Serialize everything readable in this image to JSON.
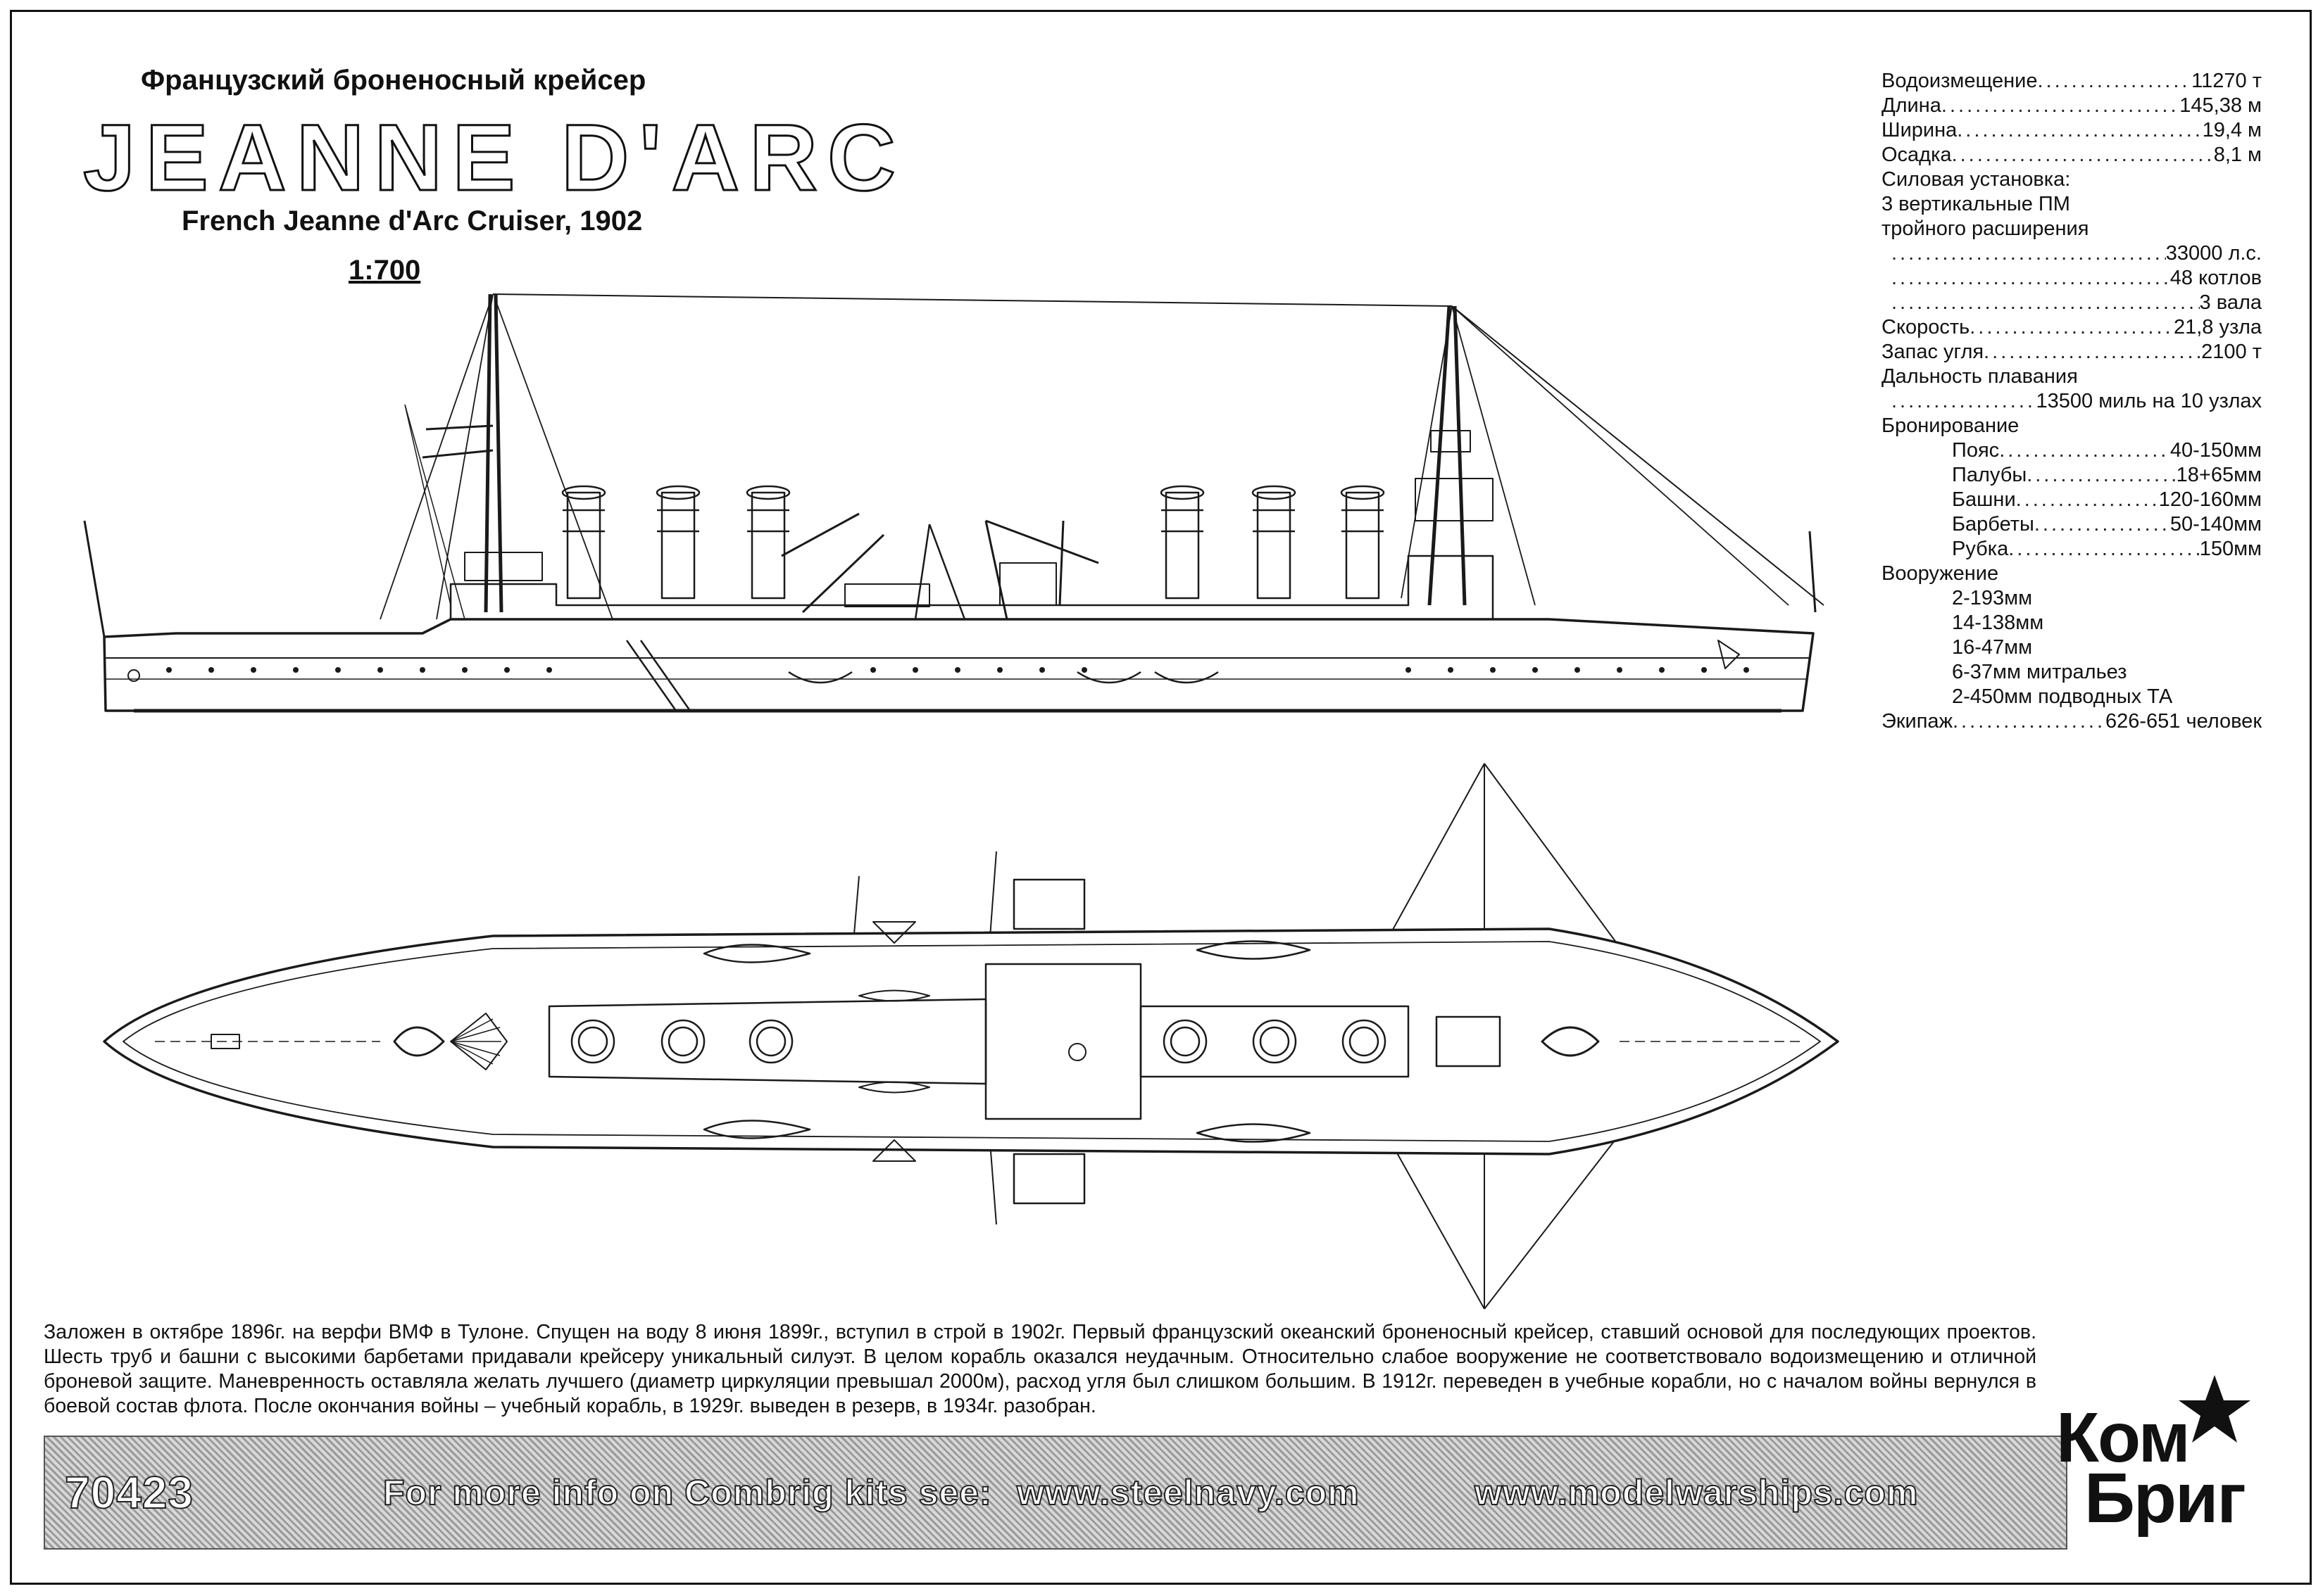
{
  "header": {
    "subtitle_ru": "Французский броненосный крейсер",
    "title": "JEANNE D'ARC",
    "subtitle_en": "French Jeanne d'Arc Cruiser, 1902",
    "scale": "1:700"
  },
  "specs": {
    "displacement": {
      "label": "Водоизмещение",
      "value": "11270 т"
    },
    "length": {
      "label": "Длина",
      "value": "145,38 м"
    },
    "beam": {
      "label": "Ширина",
      "value": "19,4 м"
    },
    "draught": {
      "label": "Осадка",
      "value": "8,1 м"
    },
    "power_label": "Силовая установка:",
    "engines_line1": "3 вертикальные ПМ",
    "engines_line2": "тройного расширения",
    "power_hp": "33000 л.с.",
    "boilers": "48 котлов",
    "shafts": "3 вала",
    "speed": {
      "label": "Скорость",
      "value": "21,8 узла"
    },
    "coal": {
      "label": "Запас угля",
      "value": "2100 т"
    },
    "range_label": "Дальность плавания",
    "range_value": "13500 миль на 10 узлах",
    "armour_label": "Бронирование",
    "armour": [
      {
        "label": "Пояс",
        "value": "40-150мм"
      },
      {
        "label": "Палубы",
        "value": "18+65мм"
      },
      {
        "label": "Башни",
        "value": "120-160мм"
      },
      {
        "label": "Барбеты",
        "value": "50-140мм"
      },
      {
        "label": "Рубка",
        "value": "150мм"
      }
    ],
    "armament_label": "Вооружение",
    "armament": [
      "2-193мм",
      "14-138мм",
      "16-47мм",
      "6-37мм митральез",
      "2-450мм подводных ТА"
    ],
    "crew": {
      "label": "Экипаж",
      "value": "626-651 человек"
    }
  },
  "description": "Заложен в октябре 1896г. на верфи ВМФ в Тулоне. Спущен на воду 8 июня 1899г., вступил в строй в 1902г. Первый французский океанский броненосный крейсер, ставший основой для последующих проектов. Шесть труб и башни с высокими барбетами придавали крейсеру уникальный силуэт. В целом корабль оказался неудачным. Относительно слабое вооружение не соответствовало водоизмещению и отличной броневой защите. Маневренность оставляла желать лучшего (диаметр циркуляции превышал 2000м), расход угля был слишком большим. В 1912г. переведен в учебные корабли, но с началом войны вернулся в боевой состав флота. После окончания войны – учебный корабль, в 1929г. выведен в резерв, в 1934г. разобран.",
  "footer": {
    "code": "70423",
    "info": "For more info on Combrig kits see:",
    "url1": "www.steelnavy.com",
    "url2": "www.modelwarships.com"
  },
  "logo": {
    "line1": "Ком",
    "line2": "Бриг"
  }
}
